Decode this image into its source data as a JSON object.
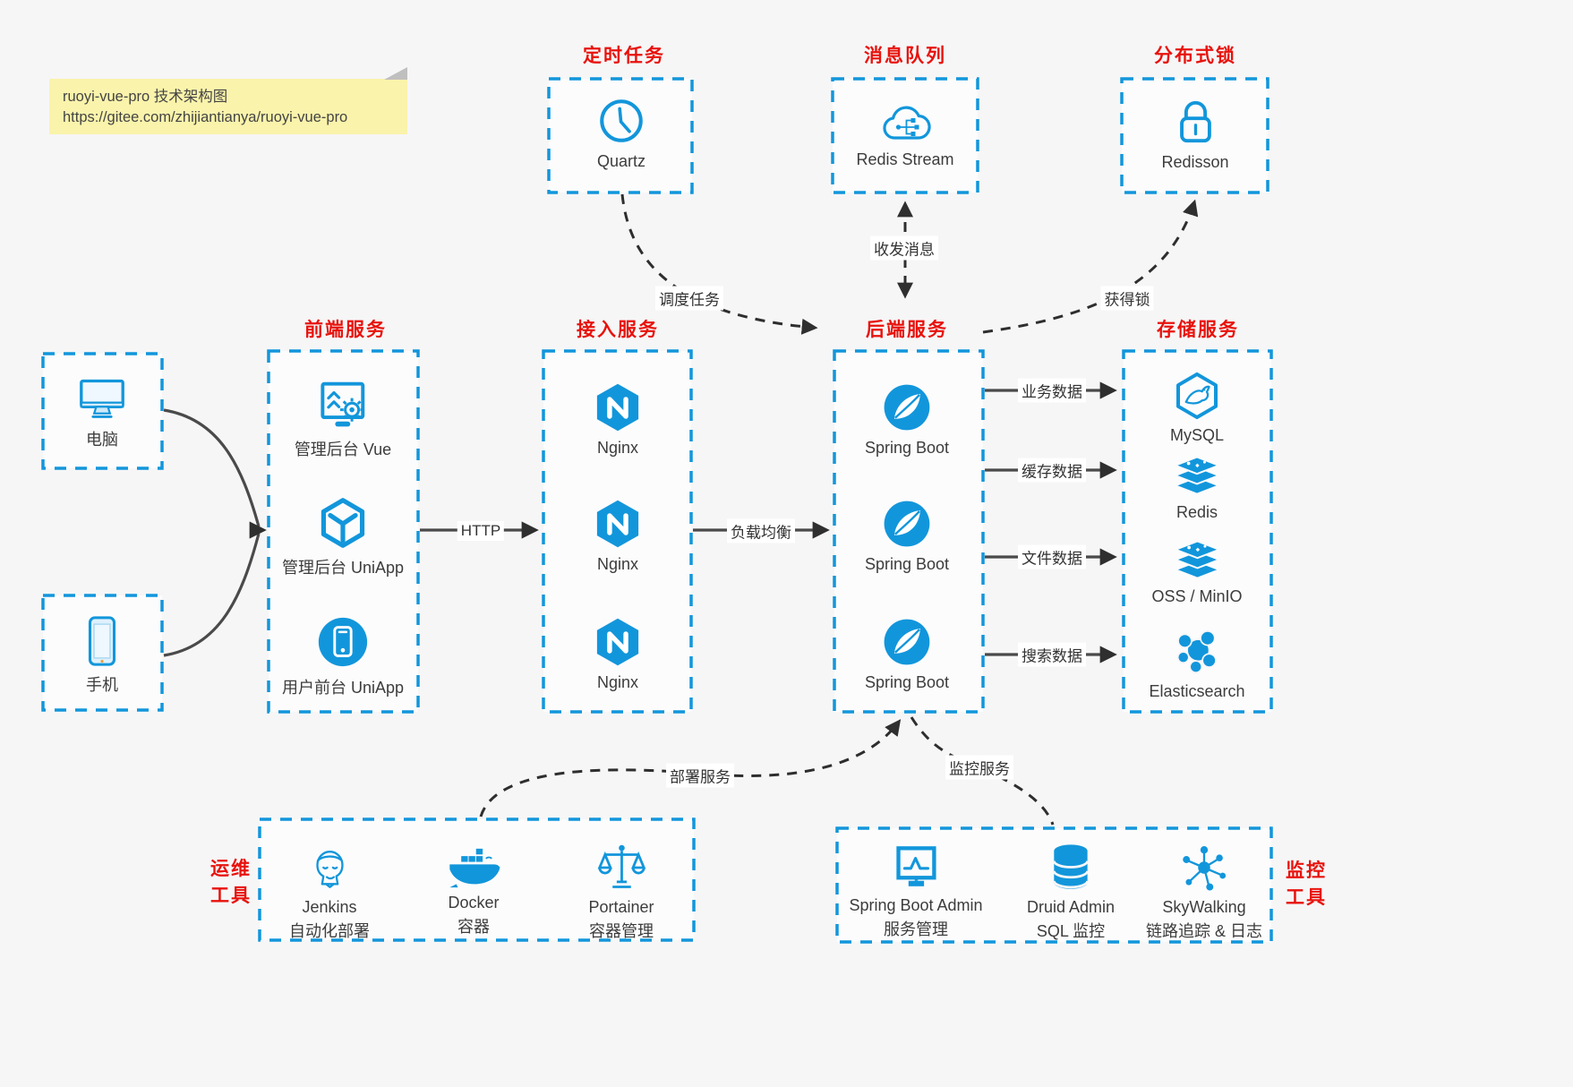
{
  "note": {
    "title": "ruoyi-vue-pro 技术架构图",
    "url": "https://gitee.com/zhijiantianya/ruoyi-vue-pro"
  },
  "top": {
    "scheduled": {
      "title": "定时任务",
      "item": "Quartz"
    },
    "mq": {
      "title": "消息队列",
      "item": "Redis Stream"
    },
    "lock": {
      "title": "分布式锁",
      "item": "Redisson"
    }
  },
  "clients": {
    "pc": "电脑",
    "mobile": "手机"
  },
  "frontend": {
    "title": "前端服务",
    "items": [
      "管理后台 Vue",
      "管理后台 UniApp",
      "用户前台 UniApp"
    ]
  },
  "gateway": {
    "title": "接入服务",
    "items": [
      "Nginx",
      "Nginx",
      "Nginx"
    ]
  },
  "backend": {
    "title": "后端服务",
    "items": [
      "Spring Boot",
      "Spring Boot",
      "Spring Boot"
    ]
  },
  "storage": {
    "title": "存储服务",
    "items": [
      "MySQL",
      "Redis",
      "OSS / MinIO",
      "Elasticsearch"
    ]
  },
  "ops": {
    "title": [
      "运维",
      "工具"
    ],
    "items": [
      {
        "name": "Jenkins",
        "desc": "自动化部署"
      },
      {
        "name": "Docker",
        "desc": "容器"
      },
      {
        "name": "Portainer",
        "desc": "容器管理"
      }
    ]
  },
  "monitoring": {
    "title": [
      "监控",
      "工具"
    ],
    "items": [
      {
        "name": "Spring Boot Admin",
        "desc": "服务管理"
      },
      {
        "name": "Druid Admin",
        "desc": "SQL 监控"
      },
      {
        "name": "SkyWalking",
        "desc": "链路追踪 & 日志"
      }
    ]
  },
  "edges": {
    "http": "HTTP",
    "load_balance": "负载均衡",
    "biz_data": "业务数据",
    "cache_data": "缓存数据",
    "file_data": "文件数据",
    "search_data": "搜索数据",
    "schedule_task": "调度任务",
    "send_receive": "收发消息",
    "acquire_lock": "获得锁",
    "deploy": "部署服务",
    "monitor": "监控服务"
  },
  "colors": {
    "accent": "#1296db",
    "title_red": "#e8120c",
    "line": "#3a3a3a",
    "note_bg": "#faf3ab"
  }
}
